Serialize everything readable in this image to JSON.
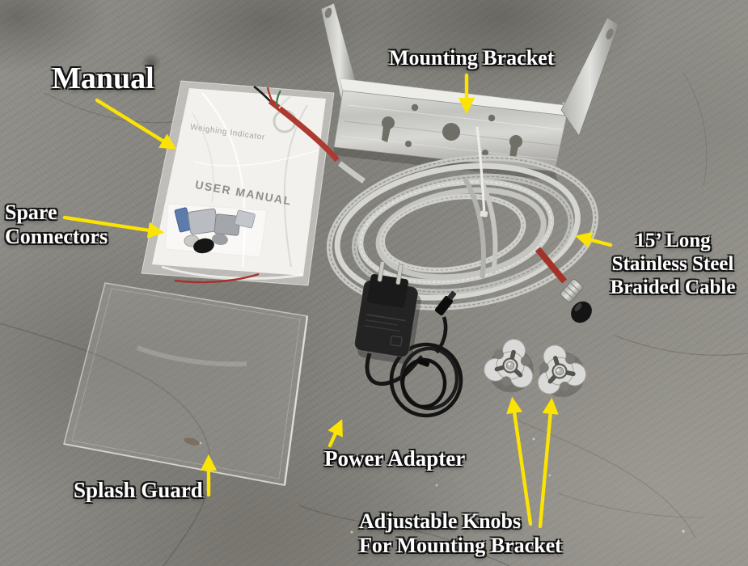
{
  "scene": {
    "description": "Weighing indicator accessory kit components laid out on a concrete floor"
  },
  "annotations": {
    "manual": {
      "text": "Manual"
    },
    "mounting_bracket": {
      "text": "Mounting Bracket"
    },
    "spare_connectors": {
      "line1": "Spare",
      "line2": "Connectors"
    },
    "braided_cable": {
      "line1": "15’ Long",
      "line2": "Stainless Steel",
      "line3": "Braided Cable"
    },
    "splash_guard": {
      "text": "Splash Guard"
    },
    "power_adapter": {
      "text": "Power Adapter"
    },
    "adjustable_knobs": {
      "line1": "Adjustable Knobs",
      "line2": "For Mounting Bracket"
    }
  },
  "manual_package": {
    "header_text": "Weighing Indicator",
    "title_text": "USER MANUAL"
  },
  "colors": {
    "annotation_arrow": "#FBE303",
    "annotation_text": "#FEFEFE",
    "annotation_outline": "#141414",
    "steel": "#C9C9C6",
    "red_sheath": "#AD3A30",
    "floor": "#86857F"
  }
}
